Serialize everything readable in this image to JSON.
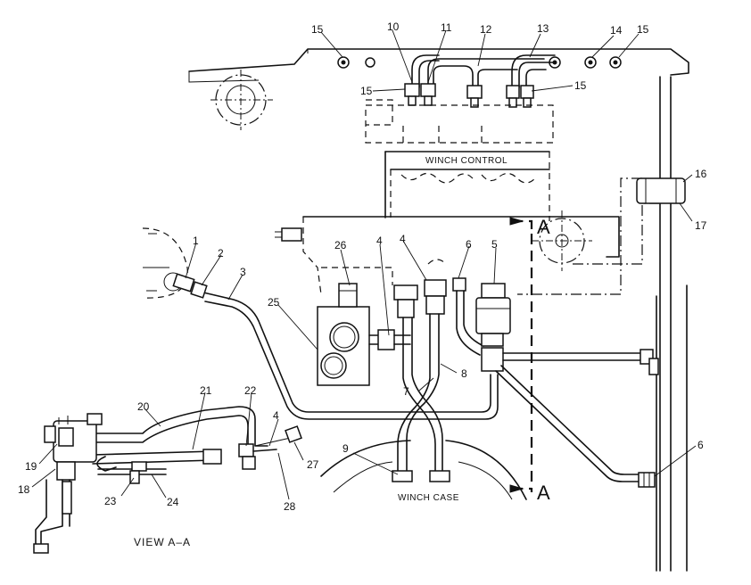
{
  "callouts": {
    "c1": "1",
    "c2": "2",
    "c3": "3",
    "c4a": "4",
    "c4b": "4",
    "c4c": "4",
    "c5": "5",
    "c6a": "6",
    "c6b": "6",
    "c7": "7",
    "c8": "8",
    "c9": "9",
    "c10": "10",
    "c11": "11",
    "c12": "12",
    "c13": "13",
    "c14": "14",
    "c15a": "15",
    "c15b": "15",
    "c15c": "15",
    "c15d": "15",
    "c16": "16",
    "c17": "17",
    "c18": "18",
    "c19": "19",
    "c20": "20",
    "c21": "21",
    "c22": "22",
    "c23": "23",
    "c24": "24",
    "c25": "25",
    "c26": "26",
    "c27": "27",
    "c28": "28"
  },
  "labels": {
    "winch_control": "WINCH CONTROL",
    "winch_case": "WINCH CASE",
    "view": "VIEW A–A",
    "section_top": "A",
    "section_bottom": "A"
  }
}
